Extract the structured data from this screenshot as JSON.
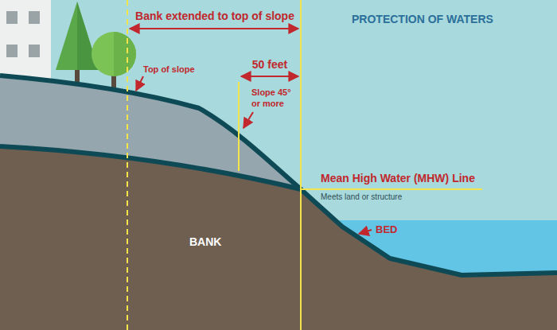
{
  "diagram": {
    "title": "PROTECTION OF WATERS",
    "labels": [
      "Bank extended to top of slope",
      "Top of slope",
      "50 feet",
      "Slope 45° or more",
      "Mean High Water (MHW) Line",
      "Meets land or structure",
      "BED",
      "BANK"
    ]
  }
}
